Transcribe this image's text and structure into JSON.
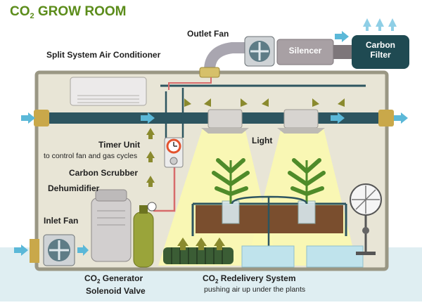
{
  "title": {
    "prefix": "CO",
    "sub": "2",
    "rest": " GROW ROOM"
  },
  "labels": {
    "outlet_fan": "Outlet Fan",
    "split_ac": "Split System Air Conditioner",
    "silencer": "Silencer",
    "carbon_filter_line1": "Carbon",
    "carbon_filter_line2": "Filter",
    "light": "Light",
    "timer_unit": "Timer Unit",
    "timer_unit_desc": "to control fan and gas cycles",
    "carbon_scrubber": "Carbon Scrubber",
    "dehumidifier": "Dehumidifier",
    "inlet_fan": "Inlet Fan",
    "co2_generator_prefix": "CO",
    "co2_generator_sub": "2",
    "co2_generator_rest": " Generator",
    "solenoid_valve": "Solenoid Valve",
    "redelivery_prefix": "CO",
    "redelivery_sub": "2",
    "redelivery_rest": " Redelivery System",
    "redelivery_desc": "pushing air up under the plants"
  },
  "colors": {
    "title_green": "#5b8c1a",
    "room_fill": "#e8e5d6",
    "room_border": "#9a9784",
    "duct": "#2d5560",
    "arrow_blue": "#5bb8d8",
    "arrow_olive": "#8a8a2e",
    "light_beam": "#fbf8b0",
    "soil": "#7a4e2e",
    "water": "#bfe3ec",
    "carbon_filter": "#1f4a52",
    "pipe_red": "#c0392b",
    "floor": "#dfeef2"
  }
}
